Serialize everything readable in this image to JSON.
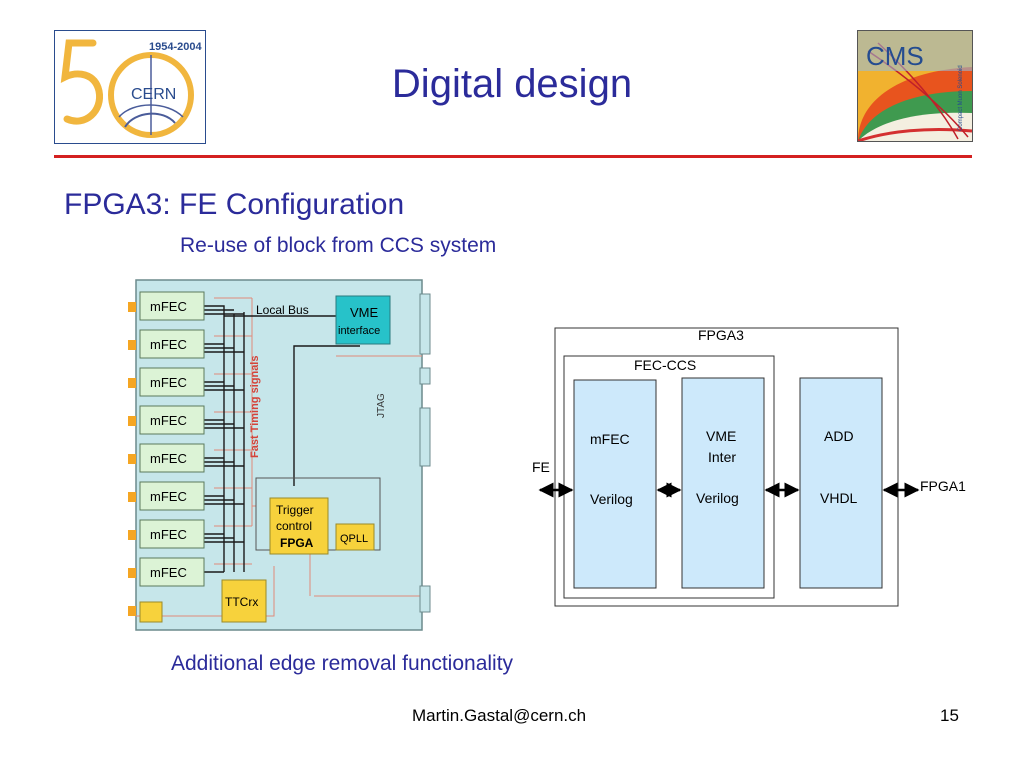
{
  "slide": {
    "title": "Digital design",
    "heading": "FPGA3: FE Configuration",
    "subheading": "Re-use of block from CCS system",
    "note": "Additional edge removal functionality",
    "footer_email": "Martin.Gastal@cern.ch",
    "page_number": "15"
  },
  "logos": {
    "cern_years": "1954-2004",
    "cern_name": "CERN",
    "cms_name": "CMS",
    "cms_tagline": "Compact Muon Solenoid"
  },
  "board_diagram": {
    "mfec_label": "mFEC",
    "mfec_count": 8,
    "local_bus": "Local Bus",
    "vme_line1": "VME",
    "vme_line2": "interface",
    "fast_timing": "Fast Timing signals",
    "jtag": "JTAG",
    "trigger_line1": "Trigger",
    "trigger_line2": "control",
    "trigger_line3": "FPGA",
    "qpll": "QPLL",
    "ttcrx": "TTCrx"
  },
  "fpga_diagram": {
    "fpga3": "FPGA3",
    "fec_ccs": "FEC-CCS",
    "fe": "FE",
    "fpga1": "FPGA1",
    "mfec_name": "mFEC",
    "mfec_lang": "Verilog",
    "vme_name_1": "VME",
    "vme_name_2": "Inter",
    "vme_lang": "Verilog",
    "add_name": "ADD",
    "add_lang": "VHDL"
  },
  "colors": {
    "title_blue": "#2b2b9a",
    "rule_red": "#d42020",
    "board_bg": "#c6e6ea",
    "mfec_green": "#dcf3d6",
    "vme_teal": "#27c2c9",
    "yellow": "#f7d23c",
    "port_orange": "#f5a623",
    "block_blue": "#cde9fb"
  }
}
